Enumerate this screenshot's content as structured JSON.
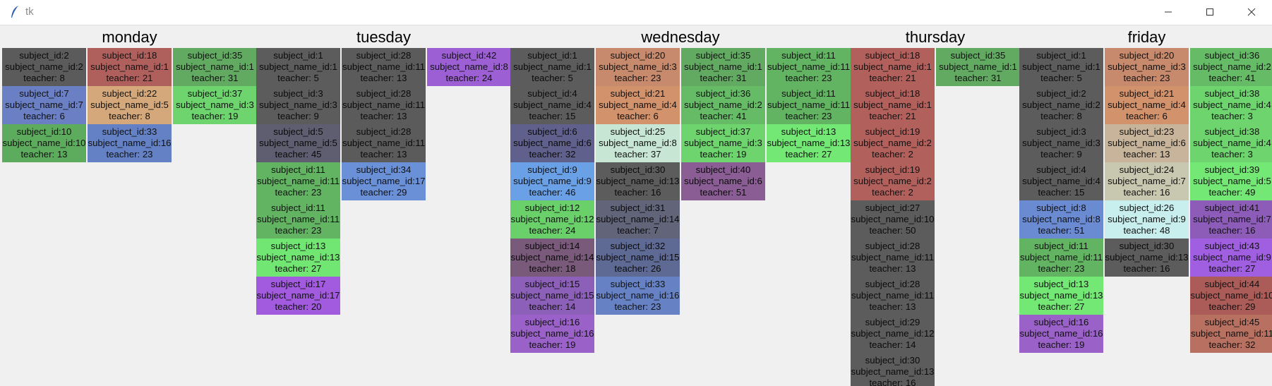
{
  "window": {
    "title": "tk"
  },
  "days": [
    {
      "name": "monday",
      "columns": [
        [
          {
            "s": "subject_id:2",
            "n": "subject_name_id:2",
            "t": "teacher: 8",
            "c": "#5b5b5b"
          },
          {
            "s": "subject_id:7",
            "n": "subject_name_id:7",
            "t": "teacher: 6",
            "c": "#6a7fc4"
          },
          {
            "s": "subject_id:10",
            "n": "subject_name_id:10",
            "t": "teacher: 13",
            "c": "#5dab5d"
          }
        ],
        [
          {
            "s": "subject_id:18",
            "n": "subject_name_id:1",
            "t": "teacher: 21",
            "c": "#b0605c"
          },
          {
            "s": "subject_id:22",
            "n": "subject_name_id:5",
            "t": "teacher: 8",
            "c": "#d4a87a"
          },
          {
            "s": "subject_id:33",
            "n": "subject_name_id:16",
            "t": "teacher: 23",
            "c": "#6381c4"
          }
        ],
        [
          {
            "s": "subject_id:35",
            "n": "subject_name_id:1",
            "t": "teacher: 31",
            "c": "#62aa62"
          },
          {
            "s": "subject_id:37",
            "n": "subject_name_id:3",
            "t": "teacher: 19",
            "c": "#6ed56e"
          }
        ]
      ]
    },
    {
      "name": "tuesday",
      "columns": [
        [
          {
            "s": "subject_id:1",
            "n": "subject_name_id:1",
            "t": "teacher: 5",
            "c": "#5c5c5c"
          },
          {
            "s": "subject_id:3",
            "n": "subject_name_id:3",
            "t": "teacher: 9",
            "c": "#5c5c5c"
          },
          {
            "s": "subject_id:5",
            "n": "subject_name_id:5",
            "t": "teacher: 45",
            "c": "#5e5e70"
          },
          {
            "s": "subject_id:11",
            "n": "subject_name_id:11",
            "t": "teacher: 23",
            "c": "#62b462"
          },
          {
            "s": "subject_id:11",
            "n": "subject_name_id:11",
            "t": "teacher: 23",
            "c": "#62b462"
          },
          {
            "s": "subject_id:13",
            "n": "subject_name_id:13",
            "t": "teacher: 27",
            "c": "#72e672"
          },
          {
            "s": "subject_id:17",
            "n": "subject_name_id:17",
            "t": "teacher: 20",
            "c": "#a25ade"
          }
        ],
        [
          {
            "s": "subject_id:28",
            "n": "subject_name_id:11",
            "t": "teacher: 13",
            "c": "#5b5b5b"
          },
          {
            "s": "subject_id:28",
            "n": "subject_name_id:11",
            "t": "teacher: 13",
            "c": "#5b5b5b"
          },
          {
            "s": "subject_id:28",
            "n": "subject_name_id:11",
            "t": "teacher: 13",
            "c": "#5b5b5b"
          },
          {
            "s": "subject_id:34",
            "n": "subject_name_id:17",
            "t": "teacher: 29",
            "c": "#6a90d8"
          }
        ],
        [
          {
            "s": "subject_id:42",
            "n": "subject_name_id:8",
            "t": "teacher: 24",
            "c": "#9c60d4"
          }
        ]
      ]
    },
    {
      "name": "wednesday",
      "columns": [
        [
          {
            "s": "subject_id:1",
            "n": "subject_name_id:1",
            "t": "teacher: 5",
            "c": "#5c5c5c"
          },
          {
            "s": "subject_id:4",
            "n": "subject_name_id:4",
            "t": "teacher: 15",
            "c": "#5c5c5c"
          },
          {
            "s": "subject_id:6",
            "n": "subject_name_id:6",
            "t": "teacher: 32",
            "c": "#60608c"
          },
          {
            "s": "subject_id:9",
            "n": "subject_name_id:9",
            "t": "teacher: 46",
            "c": "#6aa0e6"
          },
          {
            "s": "subject_id:12",
            "n": "subject_name_id:12",
            "t": "teacher: 24",
            "c": "#6ad06a"
          },
          {
            "s": "subject_id:14",
            "n": "subject_name_id:14",
            "t": "teacher: 18",
            "c": "#7a5a7a"
          },
          {
            "s": "subject_id:15",
            "n": "subject_name_id:15",
            "t": "teacher: 14",
            "c": "#8c60b8"
          },
          {
            "s": "subject_id:16",
            "n": "subject_name_id:16",
            "t": "teacher: 19",
            "c": "#9a62c8"
          }
        ],
        [
          {
            "s": "subject_id:20",
            "n": "subject_name_id:3",
            "t": "teacher: 23",
            "c": "#c88a6c"
          },
          {
            "s": "subject_id:21",
            "n": "subject_name_id:4",
            "t": "teacher: 6",
            "c": "#d2926c"
          },
          {
            "s": "subject_id:25",
            "n": "subject_name_id:8",
            "t": "teacher: 37",
            "c": "#c8e6d4"
          },
          {
            "s": "subject_id:30",
            "n": "subject_name_id:13",
            "t": "teacher: 16",
            "c": "#5c5c5c"
          },
          {
            "s": "subject_id:31",
            "n": "subject_name_id:14",
            "t": "teacher: 7",
            "c": "#62647a"
          },
          {
            "s": "subject_id:32",
            "n": "subject_name_id:15",
            "t": "teacher: 26",
            "c": "#5e6a94"
          },
          {
            "s": "subject_id:33",
            "n": "subject_name_id:16",
            "t": "teacher: 23",
            "c": "#6682c4"
          }
        ],
        [
          {
            "s": "subject_id:35",
            "n": "subject_name_id:1",
            "t": "teacher: 31",
            "c": "#62aa62"
          },
          {
            "s": "subject_id:36",
            "n": "subject_name_id:2",
            "t": "teacher: 41",
            "c": "#66bc66"
          },
          {
            "s": "subject_id:37",
            "n": "subject_name_id:3",
            "t": "teacher: 19",
            "c": "#6ed46e"
          },
          {
            "s": "subject_id:40",
            "n": "subject_name_id:6",
            "t": "teacher: 51",
            "c": "#8a5e94"
          }
        ],
        [
          {
            "s": "subject_id:11",
            "n": "subject_name_id:11",
            "t": "teacher: 23",
            "c": "#62b462"
          },
          {
            "s": "subject_id:11",
            "n": "subject_name_id:11",
            "t": "teacher: 23",
            "c": "#62b462"
          },
          {
            "s": "subject_id:13",
            "n": "subject_name_id:13",
            "t": "teacher: 27",
            "c": "#74e874"
          }
        ]
      ]
    },
    {
      "name": "thursday",
      "columns": [
        [
          {
            "s": "subject_id:18",
            "n": "subject_name_id:1",
            "t": "teacher: 21",
            "c": "#b2605c"
          },
          {
            "s": "subject_id:18",
            "n": "subject_name_id:1",
            "t": "teacher: 21",
            "c": "#b2605c"
          },
          {
            "s": "subject_id:19",
            "n": "subject_name_id:2",
            "t": "teacher: 2",
            "c": "#b2605c"
          },
          {
            "s": "subject_id:19",
            "n": "subject_name_id:2",
            "t": "teacher: 2",
            "c": "#b2605c"
          },
          {
            "s": "subject_id:27",
            "n": "subject_name_id:10",
            "t": "teacher: 50",
            "c": "#5c5c5c"
          },
          {
            "s": "subject_id:28",
            "n": "subject_name_id:11",
            "t": "teacher: 13",
            "c": "#5c5c5c"
          },
          {
            "s": "subject_id:28",
            "n": "subject_name_id:11",
            "t": "teacher: 13",
            "c": "#5c5c5c"
          },
          {
            "s": "subject_id:29",
            "n": "subject_name_id:12",
            "t": "teacher: 14",
            "c": "#5c5c5c"
          },
          {
            "s": "subject_id:30",
            "n": "subject_name_id:13",
            "t": "teacher: 16",
            "c": "#5c5c5c"
          }
        ],
        [
          {
            "s": "subject_id:35",
            "n": "subject_name_id:1",
            "t": "teacher: 31",
            "c": "#62aa62"
          }
        ]
      ]
    },
    {
      "name": "friday",
      "columns": [
        [
          {
            "s": "subject_id:1",
            "n": "subject_name_id:1",
            "t": "teacher: 5",
            "c": "#5c5c5c"
          },
          {
            "s": "subject_id:2",
            "n": "subject_name_id:2",
            "t": "teacher: 8",
            "c": "#5c5c5c"
          },
          {
            "s": "subject_id:3",
            "n": "subject_name_id:3",
            "t": "teacher: 9",
            "c": "#5c5c5c"
          },
          {
            "s": "subject_id:4",
            "n": "subject_name_id:4",
            "t": "teacher: 15",
            "c": "#5c5c5c"
          },
          {
            "s": "subject_id:8",
            "n": "subject_name_id:8",
            "t": "teacher: 51",
            "c": "#6a8ad2"
          },
          {
            "s": "subject_id:11",
            "n": "subject_name_id:11",
            "t": "teacher: 23",
            "c": "#62b462"
          },
          {
            "s": "subject_id:13",
            "n": "subject_name_id:13",
            "t": "teacher: 27",
            "c": "#74e874"
          },
          {
            "s": "subject_id:16",
            "n": "subject_name_id:16",
            "t": "teacher: 19",
            "c": "#9a62c8"
          }
        ],
        [
          {
            "s": "subject_id:20",
            "n": "subject_name_id:3",
            "t": "teacher: 23",
            "c": "#c88a6c"
          },
          {
            "s": "subject_id:21",
            "n": "subject_name_id:4",
            "t": "teacher: 6",
            "c": "#d2926c"
          },
          {
            "s": "subject_id:23",
            "n": "subject_name_id:6",
            "t": "teacher: 13",
            "c": "#c8b49a"
          },
          {
            "s": "subject_id:24",
            "n": "subject_name_id:7",
            "t": "teacher: 16",
            "c": "#c8c8b0"
          },
          {
            "s": "subject_id:26",
            "n": "subject_name_id:9",
            "t": "teacher: 48",
            "c": "#c8eeee"
          },
          {
            "s": "subject_id:30",
            "n": "subject_name_id:13",
            "t": "teacher: 16",
            "c": "#5c5c5c"
          }
        ],
        [
          {
            "s": "subject_id:36",
            "n": "subject_name_id:2",
            "t": "teacher: 41",
            "c": "#66bc66"
          },
          {
            "s": "subject_id:38",
            "n": "subject_name_id:4",
            "t": "teacher: 3",
            "c": "#6ed46e"
          },
          {
            "s": "subject_id:38",
            "n": "subject_name_id:4",
            "t": "teacher: 3",
            "c": "#6ed46e"
          },
          {
            "s": "subject_id:39",
            "n": "subject_name_id:5",
            "t": "teacher: 49",
            "c": "#74e874"
          },
          {
            "s": "subject_id:41",
            "n": "subject_name_id:7",
            "t": "teacher: 16",
            "c": "#8c5cb8"
          },
          {
            "s": "subject_id:43",
            "n": "subject_name_id:9",
            "t": "teacher: 27",
            "c": "#a05ee0"
          },
          {
            "s": "subject_id:44",
            "n": "subject_name_id:10",
            "t": "teacher: 29",
            "c": "#ac5c58"
          },
          {
            "s": "subject_id:45",
            "n": "subject_name_id:11",
            "t": "teacher: 32",
            "c": "#b87060"
          }
        ]
      ]
    }
  ]
}
